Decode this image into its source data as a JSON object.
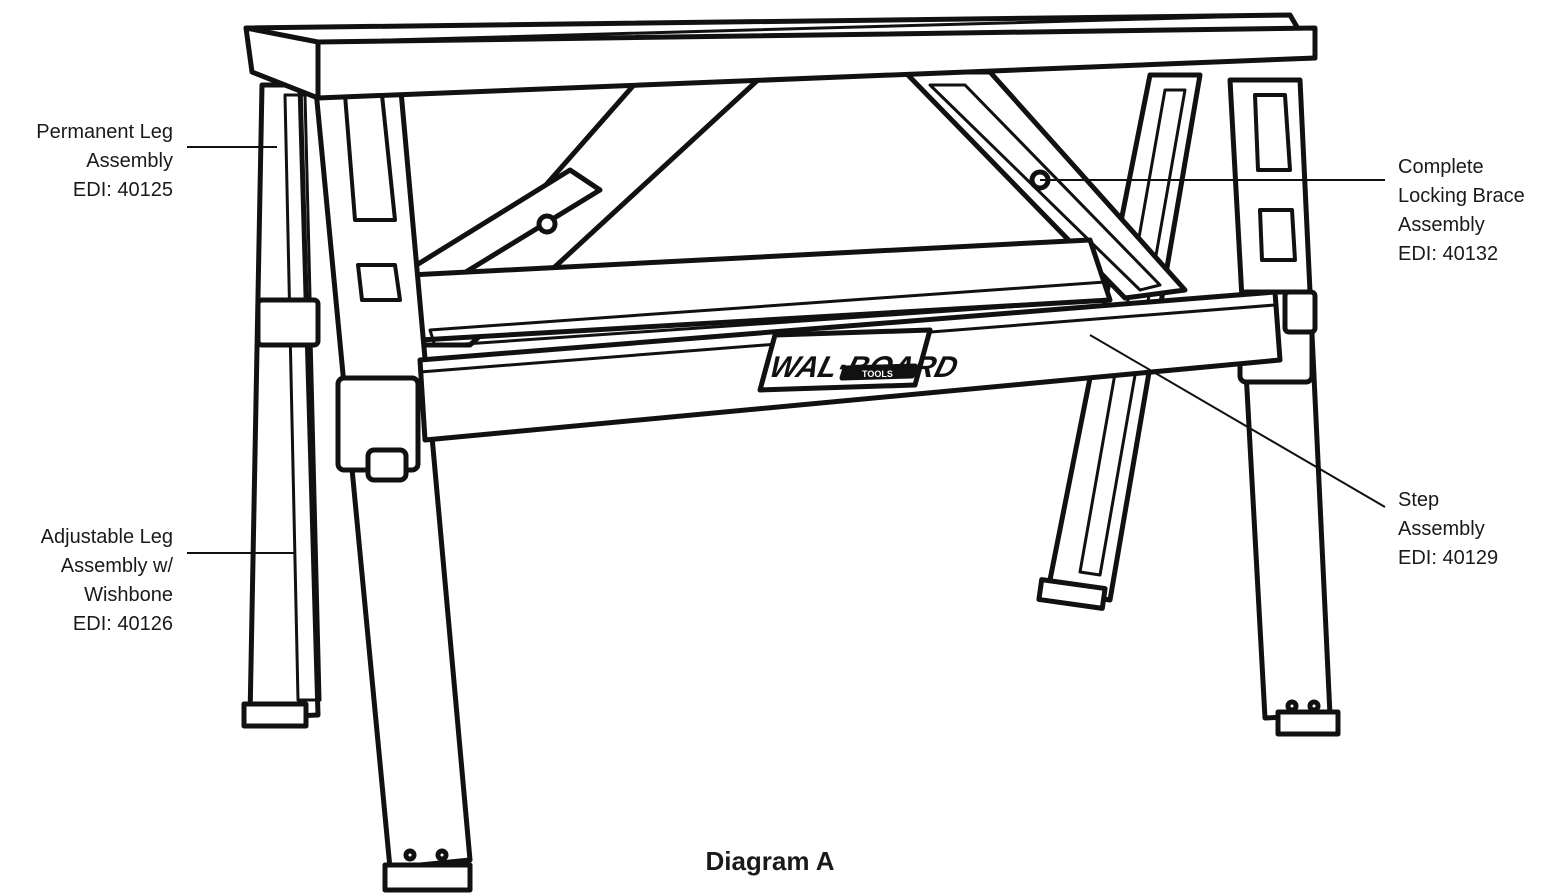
{
  "labels": {
    "permanent_leg": "Permanent Leg\nAssembly\nEDI: 40125",
    "adjustable_leg": "Adjustable Leg\nAssembly w/\nWishbone\nEDI: 40126",
    "locking_brace": "Complete\nLocking Brace\nAssembly\nEDI: 40132",
    "step": "Step\nAssembly\nEDI: 40129"
  },
  "logo": {
    "brand": "WAL·BOARD",
    "sub": "TOOLS"
  },
  "caption": "Diagram A",
  "colors": {
    "ink": "#111111",
    "paper": "#ffffff"
  }
}
